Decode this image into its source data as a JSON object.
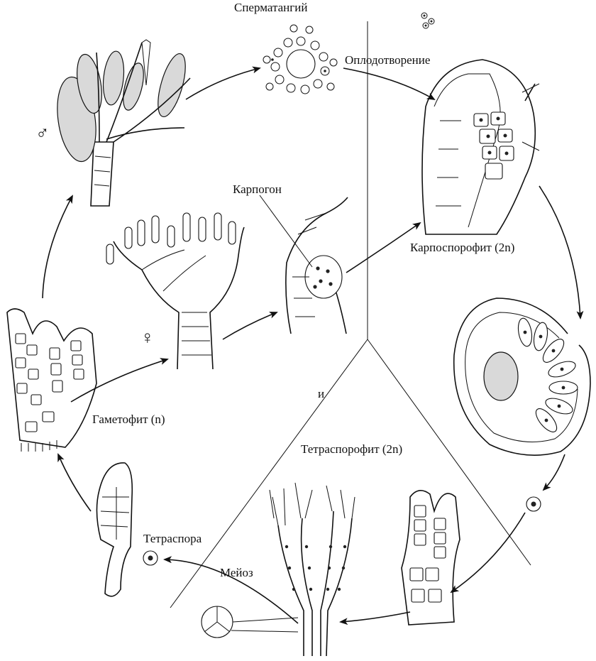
{
  "labels": {
    "spermatangium": "Сперматангий",
    "fertilization": "Оплодотворение",
    "carpogon": "Карпогон",
    "carposporophyte": "Карпоспорофит (2n)",
    "gametophyte": "Гаметофит (n)",
    "tetrasporophyte": "Тетраспорофит (2n)",
    "tetraspore": "Тетраспора",
    "meiosis": "Мейоз",
    "and": "и",
    "male_symbol": "♂",
    "female_symbol": "♀"
  },
  "colors": {
    "ink": "#111111",
    "background": "#ffffff",
    "stipple": "#d9d9d9"
  }
}
